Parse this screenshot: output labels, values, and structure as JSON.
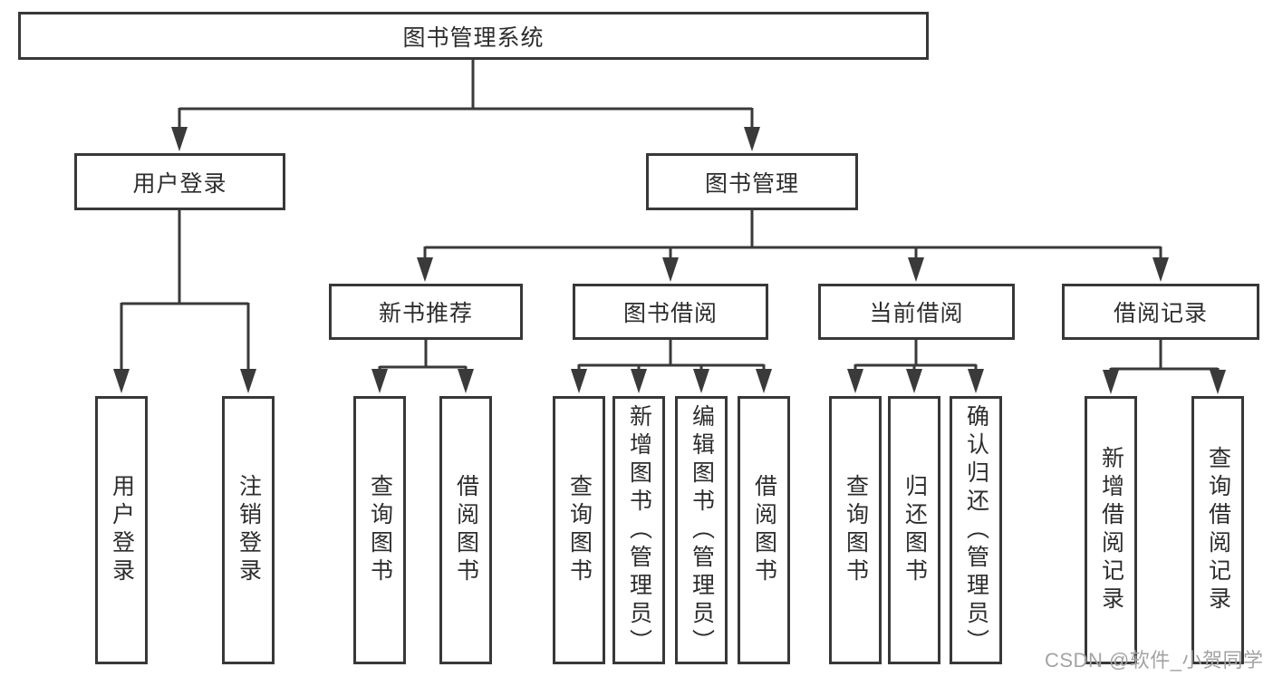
{
  "tree": {
    "root": {
      "label": "图书管理系统"
    },
    "level2": [
      {
        "label": "用户登录",
        "children": [
          {
            "label": "用户登录"
          },
          {
            "label": "注销登录"
          }
        ]
      },
      {
        "label": "图书管理",
        "children": [
          {
            "label": "新书推荐",
            "children": [
              {
                "label": "查询图书"
              },
              {
                "label": "借阅图书"
              }
            ]
          },
          {
            "label": "图书借阅",
            "children": [
              {
                "label": "查询图书"
              },
              {
                "label": "新增图书（管理员）"
              },
              {
                "label": "编辑图书（管理员）"
              },
              {
                "label": "借阅图书"
              }
            ]
          },
          {
            "label": "当前借阅",
            "children": [
              {
                "label": "查询图书"
              },
              {
                "label": "归还图书"
              },
              {
                "label": "确认归还（管理员）"
              }
            ]
          },
          {
            "label": "借阅记录",
            "children": [
              {
                "label": "新增借阅记录"
              },
              {
                "label": "查询借阅记录"
              }
            ]
          }
        ]
      }
    ]
  },
  "watermark": {
    "text": "CSDN @软件_小贺同学"
  },
  "colors": {
    "line": "#3a3a3a",
    "box_border": "#383838",
    "text": "#2d2d2d",
    "watermark": "#a3a3a3",
    "background": "#ffffff"
  }
}
